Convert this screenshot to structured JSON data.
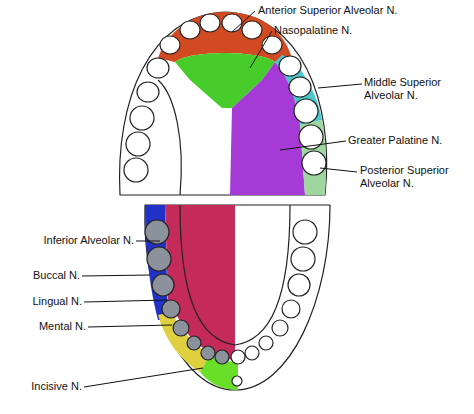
{
  "diagram": {
    "labels": [
      "Anterior Superior Alveolar N.",
      "Nasopalatine N.",
      "Middle Superior Alveolar N.",
      "Greater Palatine N.",
      "Posterior Superior Alveolar N.",
      "Inferior Alveolar N.",
      "Buccal N.",
      "Lingual N.",
      "Mental N.",
      "Incisive N."
    ]
  }
}
